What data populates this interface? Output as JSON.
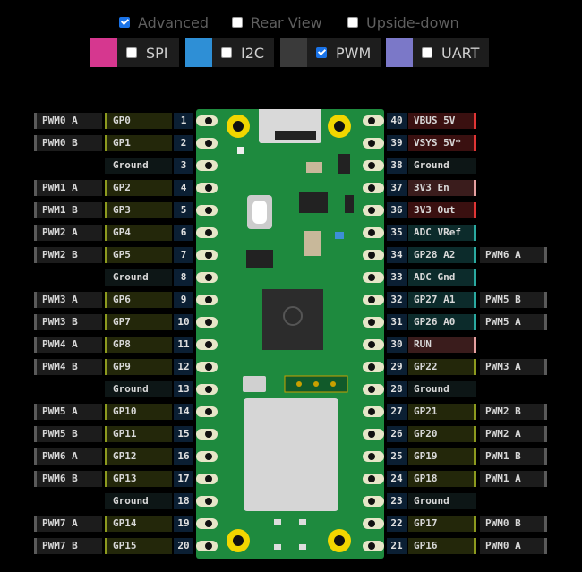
{
  "options": [
    {
      "label": "Advanced",
      "checked": true
    },
    {
      "label": "Rear View",
      "checked": false
    },
    {
      "label": "Upside-down",
      "checked": false
    }
  ],
  "filters": [
    {
      "label": "SPI",
      "color": "#d6378f",
      "checked": false
    },
    {
      "label": "I2C",
      "color": "#2e8fd6",
      "checked": false
    },
    {
      "label": "PWM",
      "color": "#3a3a3a",
      "checked": true
    },
    {
      "label": "UART",
      "color": "#7b78c8",
      "checked": false
    }
  ],
  "left_pins": [
    {
      "num": "1",
      "gpio": "GP0",
      "pwm": "PWM0 A"
    },
    {
      "num": "2",
      "gpio": "GP1",
      "pwm": "PWM0 B"
    },
    {
      "num": "3",
      "gpio": "Ground",
      "pwm": ""
    },
    {
      "num": "4",
      "gpio": "GP2",
      "pwm": "PWM1 A"
    },
    {
      "num": "5",
      "gpio": "GP3",
      "pwm": "PWM1 B"
    },
    {
      "num": "6",
      "gpio": "GP4",
      "pwm": "PWM2 A"
    },
    {
      "num": "7",
      "gpio": "GP5",
      "pwm": "PWM2 B"
    },
    {
      "num": "8",
      "gpio": "Ground",
      "pwm": ""
    },
    {
      "num": "9",
      "gpio": "GP6",
      "pwm": "PWM3 A"
    },
    {
      "num": "10",
      "gpio": "GP7",
      "pwm": "PWM3 B"
    },
    {
      "num": "11",
      "gpio": "GP8",
      "pwm": "PWM4 A"
    },
    {
      "num": "12",
      "gpio": "GP9",
      "pwm": "PWM4 B"
    },
    {
      "num": "13",
      "gpio": "Ground",
      "pwm": ""
    },
    {
      "num": "14",
      "gpio": "GP10",
      "pwm": "PWM5 A"
    },
    {
      "num": "15",
      "gpio": "GP11",
      "pwm": "PWM5 B"
    },
    {
      "num": "16",
      "gpio": "GP12",
      "pwm": "PWM6 A"
    },
    {
      "num": "17",
      "gpio": "GP13",
      "pwm": "PWM6 B"
    },
    {
      "num": "18",
      "gpio": "Ground",
      "pwm": ""
    },
    {
      "num": "19",
      "gpio": "GP14",
      "pwm": "PWM7 A"
    },
    {
      "num": "20",
      "gpio": "GP15",
      "pwm": "PWM7 B"
    }
  ],
  "right_pins": [
    {
      "num": "40",
      "name": "VBUS 5V",
      "pwm": "",
      "kind": "power5"
    },
    {
      "num": "39",
      "name": "VSYS 5V*",
      "pwm": "",
      "kind": "power5"
    },
    {
      "num": "38",
      "name": "Ground",
      "pwm": "",
      "kind": "ground"
    },
    {
      "num": "37",
      "name": "3V3 En",
      "pwm": "",
      "kind": "en"
    },
    {
      "num": "36",
      "name": "3V3 Out",
      "pwm": "",
      "kind": "power5"
    },
    {
      "num": "35",
      "name": "ADC VRef",
      "pwm": "",
      "kind": "adc"
    },
    {
      "num": "34",
      "name": "GP28 A2",
      "pwm": "PWM6 A",
      "kind": "adc"
    },
    {
      "num": "33",
      "name": "ADC Gnd",
      "pwm": "",
      "kind": "adc"
    },
    {
      "num": "32",
      "name": "GP27 A1",
      "pwm": "PWM5 B",
      "kind": "adc"
    },
    {
      "num": "31",
      "name": "GP26 A0",
      "pwm": "PWM5 A",
      "kind": "adc"
    },
    {
      "num": "30",
      "name": "RUN",
      "pwm": "",
      "kind": "en"
    },
    {
      "num": "29",
      "name": "GP22",
      "pwm": "PWM3 A",
      "kind": "gpio"
    },
    {
      "num": "28",
      "name": "Ground",
      "pwm": "",
      "kind": "ground"
    },
    {
      "num": "27",
      "name": "GP21",
      "pwm": "PWM2 B",
      "kind": "gpio"
    },
    {
      "num": "26",
      "name": "GP20",
      "pwm": "PWM2 A",
      "kind": "gpio"
    },
    {
      "num": "25",
      "name": "GP19",
      "pwm": "PWM1 B",
      "kind": "gpio"
    },
    {
      "num": "24",
      "name": "GP18",
      "pwm": "PWM1 A",
      "kind": "gpio"
    },
    {
      "num": "23",
      "name": "Ground",
      "pwm": "",
      "kind": "ground"
    },
    {
      "num": "22",
      "name": "GP17",
      "pwm": "PWM0 B",
      "kind": "gpio"
    },
    {
      "num": "21",
      "name": "GP16",
      "pwm": "PWM0 A",
      "kind": "gpio"
    }
  ],
  "colors": {
    "gpio_bg": "#23270a",
    "gpio_accent": "#8c9a1e",
    "power_bg": "#3a1010",
    "power_accent": "#e03535",
    "en_bg": "#3a1c1c",
    "en_accent": "#e6a0a0",
    "adc_bg": "#0c2b2b",
    "adc_accent": "#2aa9a0",
    "ground_bg": "#0d1616",
    "ground_accent": "#0d1616",
    "pwm_bg": "#1c1c1c",
    "pwm_accent": "#5a5a5a",
    "board": "#1e8a3e"
  }
}
